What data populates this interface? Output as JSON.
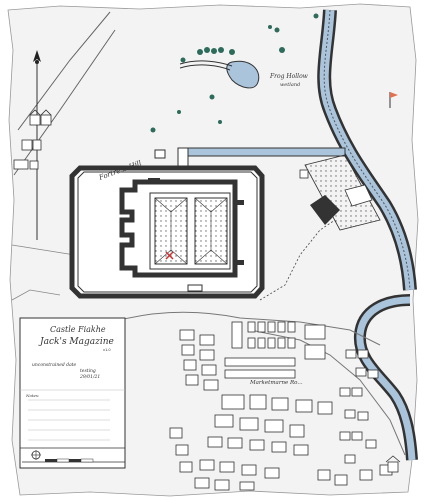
{
  "map": {
    "title_line1": "Castle Fiakhe",
    "title_line2": "Jack's Magazine",
    "version": "v1.0",
    "notes": [
      "unconstrained date",
      "testing",
      "29/01/21"
    ],
    "notes_heading": "Notes:",
    "labels": {
      "castle": "Fortress Hill",
      "pond": "Frog Hollow",
      "pond_sub": "wetland",
      "street": "Marketmarne Ro..."
    },
    "colors": {
      "river": "#aac4db",
      "paper": "#f3f3f3",
      "ink": "#333333",
      "trees": "#2d6b5a",
      "marker": "#cc3333",
      "flag": "#e07050"
    }
  }
}
